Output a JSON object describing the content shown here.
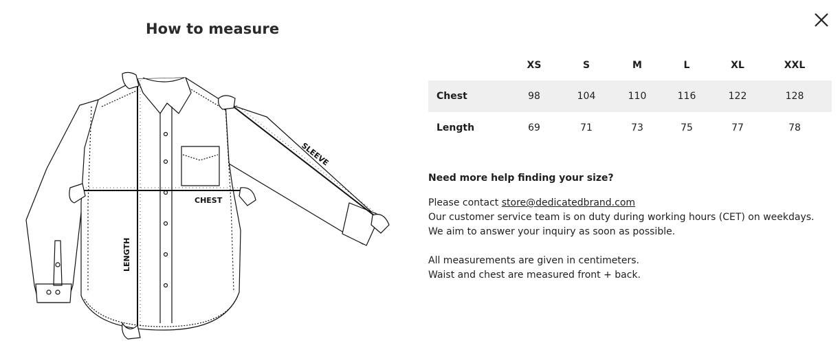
{
  "title": "How to measure",
  "illustration": {
    "chest_label": "CHEST",
    "length_label": "LENGTH",
    "sleeve_label": "SLEEVE"
  },
  "size_table": {
    "sizes": [
      "XS",
      "S",
      "M",
      "L",
      "XL",
      "XXL"
    ],
    "rows": [
      {
        "label": "Chest",
        "values": [
          "98",
          "104",
          "110",
          "116",
          "122",
          "128"
        ]
      },
      {
        "label": "Length",
        "values": [
          "69",
          "71",
          "73",
          "75",
          "77",
          "78"
        ]
      }
    ]
  },
  "help": {
    "question": "Need more help finding your size?",
    "contact_prefix": "Please contact ",
    "contact_email": "store@dedicatedbrand.com",
    "service_text": "Our customer service team is on duty during working hours (CET) on weekdays. We aim to answer your inquiry as soon as possible.",
    "note_units": "All measurements are given in centimeters.",
    "note_method": "Waist and chest are measured front + back."
  },
  "colors": {
    "text": "#1e1e1e",
    "row_shade": "#efefef",
    "line": "#111111"
  },
  "icons": {
    "close": "close-icon"
  }
}
